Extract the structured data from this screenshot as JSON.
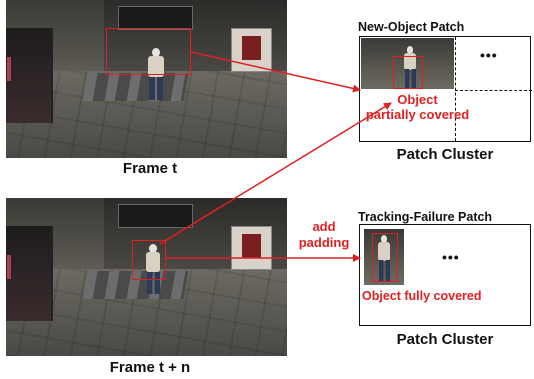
{
  "top": {
    "frame_label": "Frame t",
    "patch_title": "New-Object Patch",
    "ellipsis": "•••",
    "annotation_line1": "Object",
    "annotation_line2": "partially covered",
    "cluster_label": "Patch Cluster"
  },
  "bottom": {
    "frame_label": "Frame t + n",
    "patch_title": "Tracking-Failure Patch",
    "ellipsis": "•••",
    "annotation": "Object fully covered",
    "cluster_label": "Patch Cluster",
    "arrow_label_line1": "add",
    "arrow_label_line2": "padding"
  },
  "colors": {
    "highlight": "#e02020",
    "text": "#111111"
  }
}
